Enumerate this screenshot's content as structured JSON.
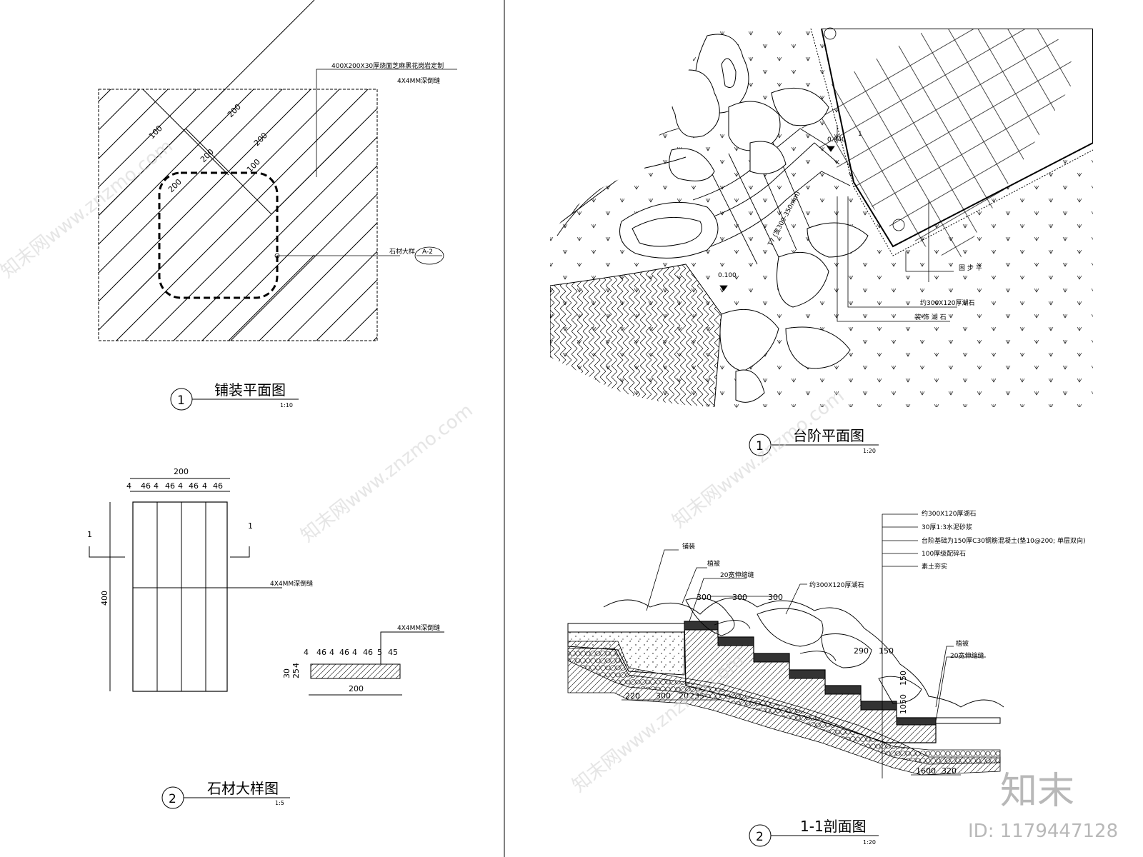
{
  "drawings": {
    "paving_plan": {
      "number": "1",
      "title": "铺装平面图",
      "scale": "1:10",
      "dims": [
        "200",
        "100",
        "200",
        "200",
        "200",
        "100"
      ],
      "note1": "400X200X30厚烧面芝麻黑花岗岩定制",
      "note2": "4X4MM深倒缝",
      "callout_text": "石材大样",
      "callout_ref": "A-2"
    },
    "stone_detail": {
      "number": "2",
      "title": "石材大样图",
      "scale": "1:5",
      "top_dims": [
        "200",
        "4",
        "46",
        "4",
        "46",
        "4",
        "46",
        "4",
        "46"
      ],
      "height_dim": "400",
      "section_mark": "1",
      "groove_note": "4X4MM深倒缝",
      "section_note": "4X4MM深倒缝",
      "section_dims": [
        "4",
        "46",
        "4",
        "46",
        "4",
        "46",
        "5",
        "45"
      ],
      "thickness_dims": [
        "30",
        "25",
        "4"
      ],
      "width_dim": "200"
    },
    "step_plan": {
      "number": "1",
      "title": "台阶平面图",
      "scale": "1:20",
      "elev1": "0.940",
      "elev2": "0.100",
      "slope_mark": "1",
      "step_label": "T7 (宽300-350mm)",
      "labels": [
        "固 步 平",
        "约300X120厚湖石",
        "装 饰 湖 石"
      ]
    },
    "section": {
      "number": "2",
      "title": "1-1剖面图",
      "scale": "1:20",
      "layers": [
        "约300X120厚湖石",
        "30厚1:3水泥砂浆",
        "台阶基础为150厚C30钢筋混凝土(垫10@200; 单层双向)",
        "100厚级配碎石",
        "素土夯实"
      ],
      "left_labels": [
        "铺装",
        "植被",
        "20宽伸缩缝"
      ],
      "mid_label": "约300X120厚湖石",
      "right_labels": [
        "植被",
        "20宽伸缩缝"
      ],
      "top_dims": [
        "300",
        "300",
        "300"
      ],
      "mid_dims": [
        "290",
        "150"
      ],
      "bottom_dims": [
        "220",
        "300",
        "20",
        "235"
      ],
      "right_dims": [
        "1600",
        "320"
      ],
      "vertical_dims": [
        "150",
        "1050"
      ]
    }
  },
  "watermark": {
    "text": "知末网www.znzmo.com",
    "brand": "知末",
    "id": "ID: 1179447128"
  }
}
